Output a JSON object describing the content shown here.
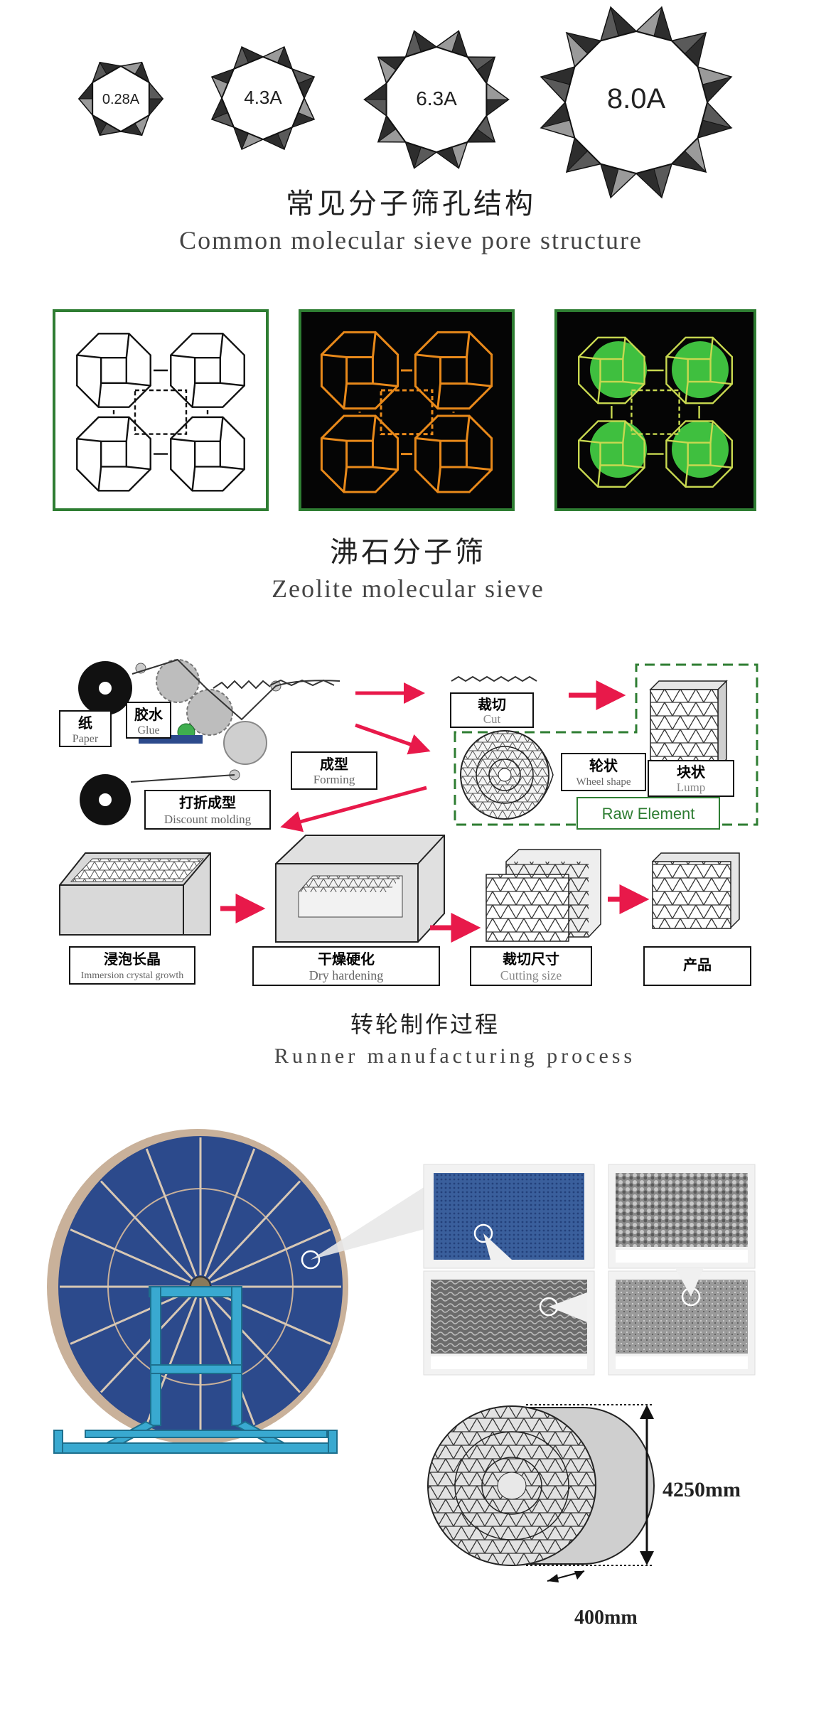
{
  "section1": {
    "pores": [
      "0.28A",
      "4.3A",
      "6.3A",
      "8.0A"
    ],
    "title_cn": "常见分子筛孔结构",
    "title_en": "Common molecular sieve pore structure"
  },
  "section2": {
    "title_cn": "沸石分子筛",
    "title_en": "Zeolite molecular sieve"
  },
  "section3": {
    "labels": {
      "paper_cn": "纸",
      "paper_en": "Paper",
      "glue_cn": "胶水",
      "glue_en": "Glue",
      "forming_cn": "成型",
      "forming_en": "Forming",
      "discount_cn": "打折成型",
      "discount_en": "Discount molding",
      "cut_cn": "裁切",
      "cut_en": "Cut",
      "wheel_cn": "轮状",
      "wheel_en": "Wheel shape",
      "lump_cn": "块状",
      "lump_en": "Lump",
      "raw": "Raw Element",
      "immersion_cn": "浸泡长晶",
      "immersion_en": "Immersion crystal growth",
      "dry_cn": "干燥硬化",
      "dry_en": "Dry hardening",
      "cutting_cn": "裁切尺寸",
      "cutting_en": "Cutting size",
      "product_cn": "产品"
    },
    "title_cn": "转轮制作过程",
    "title_en": "Runner manufacturing process"
  },
  "section4": {
    "dim_height": "4250mm",
    "dim_depth": "400mm"
  },
  "colors": {
    "frame_green": "#2e7d32",
    "arrow_red": "#e8194a",
    "wheel_blue": "#2c4a8c",
    "stand_cyan": "#39a9d0",
    "orange": "#e8891a",
    "lime": "#c8d850",
    "bright_green": "#3fbf3f"
  }
}
